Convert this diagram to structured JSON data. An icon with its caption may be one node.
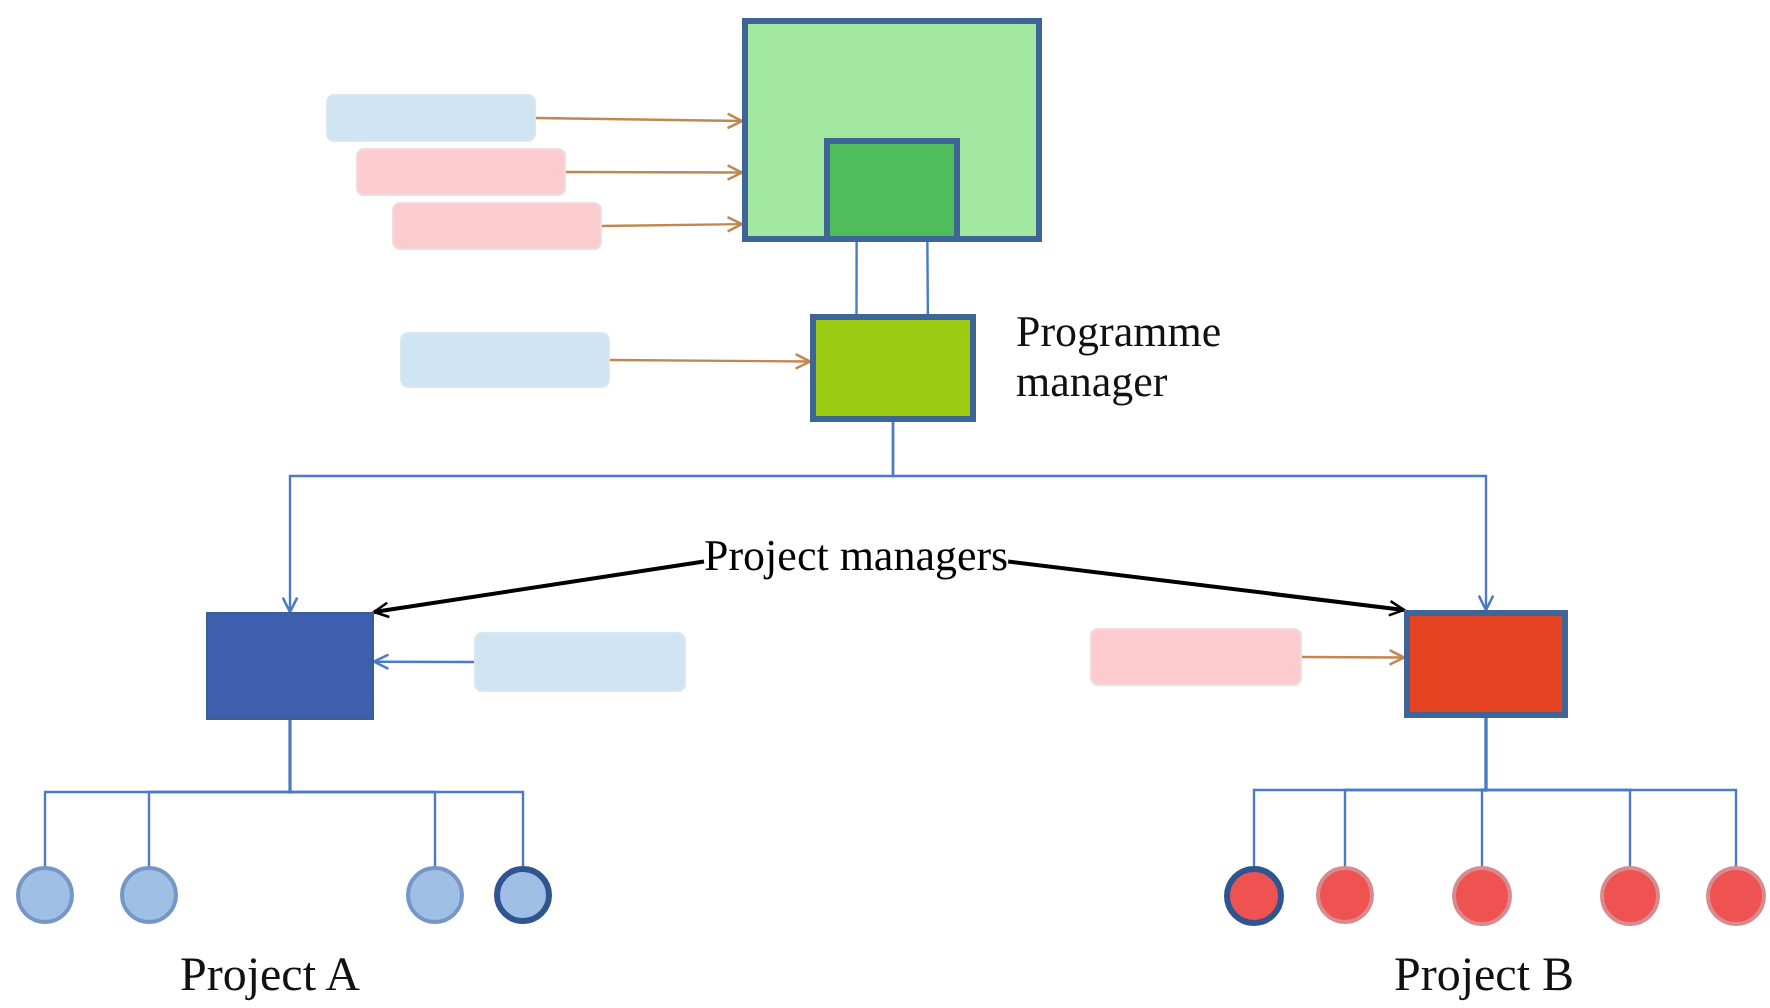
{
  "diagram": {
    "nodes": [
      {
        "text": [],
        "shape": "box"
      },
      {
        "text": [],
        "shape": "box",
        "in": 0
      },
      {
        "text": [],
        "shape": "box"
      },
      {
        "text": [],
        "shape": "box"
      },
      {
        "text": [],
        "shape": "box"
      },
      {
        "text": [],
        "shape": "box"
      },
      {
        "text": [],
        "shape": "box",
        "beside": [
          "Programme manager"
        ]
      },
      {
        "text": [
          "Project managers"
        ]
      },
      {
        "text": [],
        "shape": "box"
      },
      {
        "text": [],
        "shape": "box"
      },
      {
        "text": [],
        "shape": "box"
      },
      {
        "text": [],
        "shape": "box"
      },
      {
        "text": [],
        "shape": "circle"
      },
      {
        "text": [],
        "shape": "circle"
      },
      {
        "text": [],
        "shape": "circle"
      },
      {
        "text": [],
        "shape": "circle"
      },
      {
        "text": [],
        "shape": "circle"
      },
      {
        "text": [],
        "shape": "circle"
      },
      {
        "text": [],
        "shape": "circle"
      },
      {
        "text": [],
        "shape": "circle"
      },
      {
        "text": [],
        "shape": "circle"
      }
    ],
    "edges": [
      {
        "from": 2,
        "to": 0,
        "arrow": "to",
        "color": "#c0874f"
      },
      {
        "from": 3,
        "to": 0,
        "arrow": "to",
        "color": "#c0874f"
      },
      {
        "from": 4,
        "to": 0,
        "arrow": "to",
        "color": "#c0874f"
      },
      {
        "from": 5,
        "to": 6,
        "arrow": "to",
        "color": "#c0874f"
      },
      {
        "from": 1,
        "to": 6,
        "arrow": "none"
      },
      {
        "from": 1,
        "to": 6,
        "arrow": "none"
      },
      {
        "from": 6,
        "to": 8,
        "arrow": "to"
      },
      {
        "from": 6,
        "to": 11,
        "arrow": "to"
      },
      {
        "from": 7,
        "to": 8,
        "arrow": "to",
        "color": "#000000"
      },
      {
        "from": 7,
        "to": 11,
        "arrow": "to",
        "color": "#000000"
      },
      {
        "from": 9,
        "to": 8,
        "arrow": "to"
      },
      {
        "from": 10,
        "to": 11,
        "arrow": "to",
        "color": "#c0874f"
      },
      {
        "from": 8,
        "to": 12,
        "arrow": "none"
      },
      {
        "from": 8,
        "to": 13,
        "arrow": "none"
      },
      {
        "from": 8,
        "to": 14,
        "arrow": "none"
      },
      {
        "from": 8,
        "to": 15,
        "arrow": "none"
      },
      {
        "from": 11,
        "to": 16,
        "arrow": "none"
      },
      {
        "from": 11,
        "to": 17,
        "arrow": "none"
      },
      {
        "from": 11,
        "to": 18,
        "arrow": "none"
      },
      {
        "from": 11,
        "to": 19,
        "arrow": "none"
      },
      {
        "from": 11,
        "to": 20,
        "arrow": "none"
      }
    ],
    "labels": [
      "Project A",
      "Project B"
    ]
  }
}
